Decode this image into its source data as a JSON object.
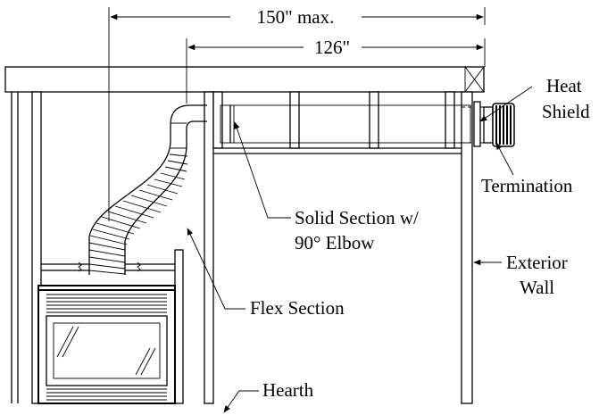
{
  "labels": {
    "dim_max": "150\" max.",
    "dim_126": "126\"",
    "heat_shield_1": "Heat",
    "heat_shield_2": "Shield",
    "termination": "Termination",
    "solid_1": "Solid Section w/",
    "solid_2": "90° Elbow",
    "exterior_1": "Exterior",
    "exterior_2": "Wall",
    "flex": "Flex Section",
    "hearth": "Hearth"
  }
}
